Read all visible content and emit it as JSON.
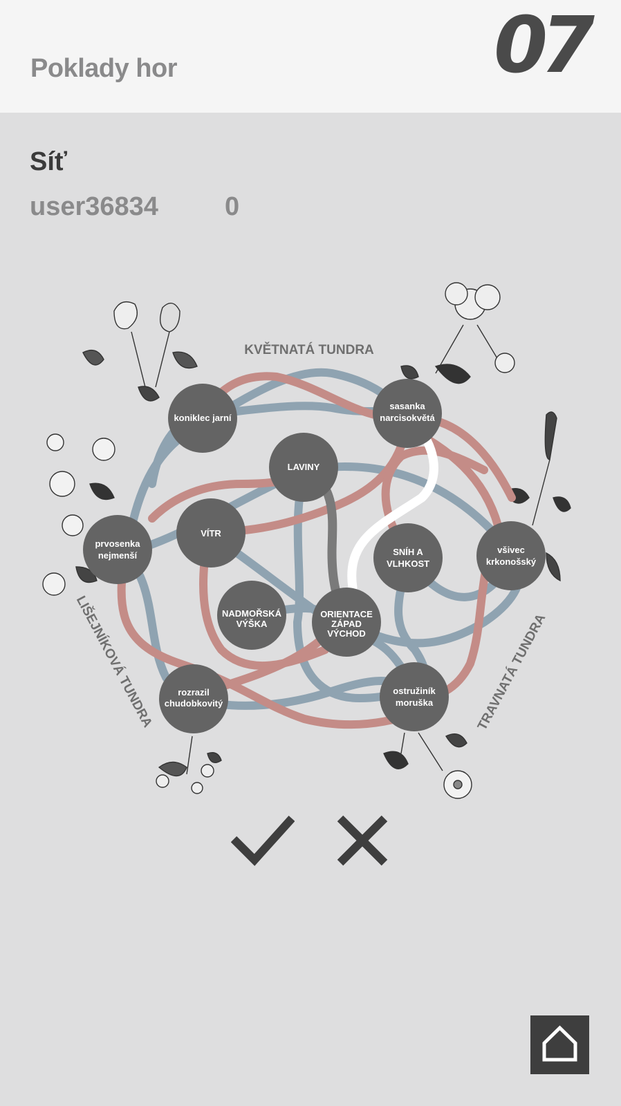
{
  "header": {
    "app_title": "Poklady hor",
    "chapter_number": "07"
  },
  "section": {
    "title": "Síť"
  },
  "user": {
    "name": "user36834",
    "score": "0"
  },
  "zones": {
    "top": "KVĚTNATÁ TUNDRA",
    "left": "LIŠEJNÍKOVÁ TUNDRA",
    "right": "TRAVNATÁ TUNDRA"
  },
  "nodes": {
    "koniklec": [
      "koniklec jarní"
    ],
    "sasanka": [
      "sasanka",
      "narcisokvětá"
    ],
    "laviny": [
      "LAVINY"
    ],
    "prvosenka": [
      "prvosenka",
      "nejmenší"
    ],
    "vitr": [
      "VÍTR"
    ],
    "snih": [
      "SNÍH A",
      "VLHKOST"
    ],
    "vsivec": [
      "všivec",
      "krkonošský"
    ],
    "nadmorska": [
      "NADMOŘSKÁ",
      "VÝŠKA"
    ],
    "orientace": [
      "ORIENTACE",
      "ZÁPAD",
      "VÝCHOD"
    ],
    "rozrazil": [
      "rozrazil",
      "chudobkovitý"
    ],
    "ostruzinik": [
      "ostružiník",
      "moruška"
    ]
  },
  "icons": {
    "confirm": "checkmark-icon",
    "cancel": "cross-icon",
    "home": "home-icon"
  },
  "colors": {
    "blue_path": "#8fa3b1",
    "red_path": "#c48c87",
    "node": "#646464",
    "selected_path": "#ffffff",
    "active_path": "#7a7a7a",
    "icon_dark": "#3e3e3e"
  }
}
